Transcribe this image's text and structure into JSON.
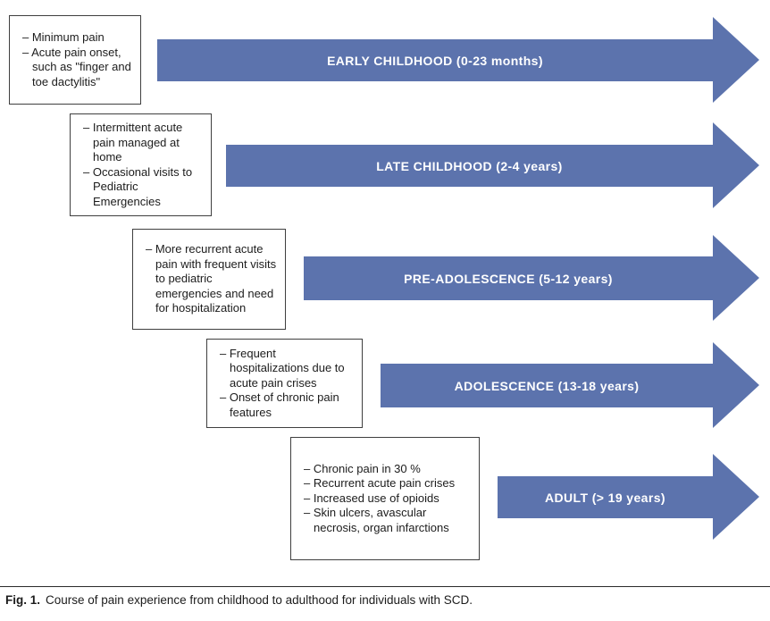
{
  "colors": {
    "arrow": "#5c73ad",
    "box_border": "#3f3f3f",
    "arrow_label_text": "#ffffff",
    "body_text": "#1c1c1c"
  },
  "stages": [
    {
      "arrow_label": "EARLY CHILDHOOD (0-23 months)",
      "notes": [
        "– Minimum pain",
        "– Acute pain onset, such as \"finger and toe dactylitis\""
      ]
    },
    {
      "arrow_label": "LATE CHILDHOOD (2-4 years)",
      "notes": [
        "– Intermittent acute pain managed at home",
        "– Occasional visits to Pediatric Emergencies"
      ]
    },
    {
      "arrow_label": "PRE-ADOLESCENCE (5-12 years)",
      "notes": [
        "– More recurrent acute pain with frequent visits to pediatric emergencies and need for hospitalization"
      ]
    },
    {
      "arrow_label": "ADOLESCENCE (13-18 years)",
      "notes": [
        "– Frequent hospitalizations due to acute pain crises",
        "– Onset of chronic pain features"
      ]
    },
    {
      "arrow_label": "ADULT (> 19 years)",
      "notes": [
        "– Chronic pain in 30 %",
        "– Recurrent acute pain crises",
        "– Increased use of opioids",
        "– Skin ulcers, avascular necrosis, organ infarctions"
      ]
    }
  ],
  "caption": {
    "prefix": "Fig. 1.",
    "text": "Course of pain experience from childhood to adulthood for individuals with SCD."
  }
}
